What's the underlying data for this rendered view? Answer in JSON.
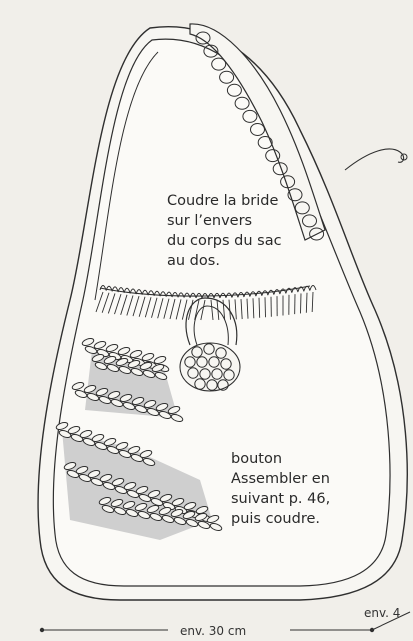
{
  "annotations": {
    "bride_note": [
      "Coudre la bride",
      "sur l’envers",
      "du corps du sac",
      "au dos."
    ],
    "button_note": [
      "bouton",
      "Assembler en",
      "suivant p. 46,",
      "puis coudre."
    ]
  },
  "dimensions": {
    "width_label": "env. 30 cm",
    "side_label": "env. 4"
  },
  "colors": {
    "ink": "#2f2f2f",
    "paper": "#f1efea",
    "shade": "#cfcfcf"
  }
}
